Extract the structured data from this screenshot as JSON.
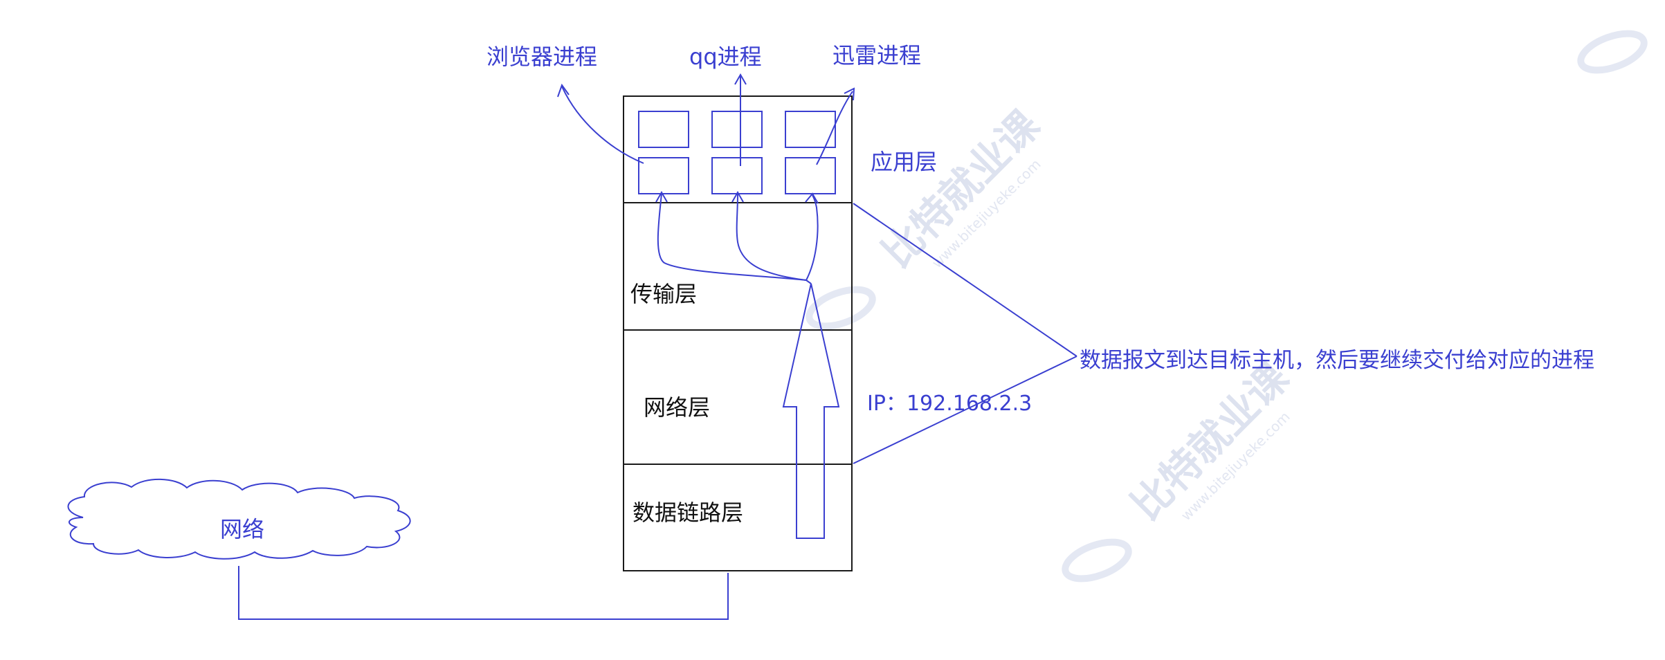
{
  "processes": {
    "browser": "浏览器进程",
    "qq": "qq进程",
    "xunlei": "迅雷进程"
  },
  "layers": {
    "application": "应用层",
    "transport": "传输层",
    "network": "网络层",
    "datalink": "数据链路层"
  },
  "cloud_label": "网络",
  "ip_label": "IP：192.168.2.3",
  "note": "数据报文到达目标主机，然后要继续交付给对应的进程",
  "watermark": {
    "brand": "比特就业课",
    "site": "www.bitejiuyeke.com"
  },
  "colors": {
    "line": "#3a3fd0",
    "box_border": "#1a1a1a",
    "text_black": "#111111"
  }
}
